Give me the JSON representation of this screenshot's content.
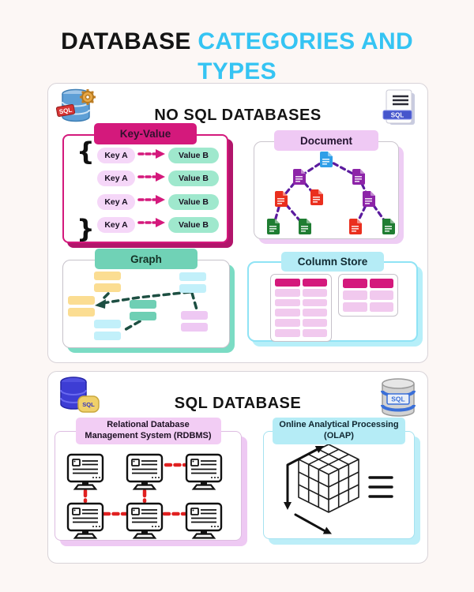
{
  "title": {
    "part_black": "DATABASE",
    "part_cyan": "CATEGORIES AND TYPES"
  },
  "colors": {
    "accent_cyan": "#35c4f3",
    "accent_magenta": "#d4197c",
    "mint": "#70d2b6",
    "lavender": "#efc9f4",
    "light_cyan": "#b5ecf6",
    "red_connector": "#e02020",
    "tree_edge_purple": "#5b1b9e"
  },
  "nosql_section": {
    "title": "NO SQL DATABASES",
    "key_value": {
      "label": "Key-Value",
      "brace_open": "{",
      "brace_close": "}",
      "rows": [
        {
          "key": "Key A",
          "value": "Value B"
        },
        {
          "key": "Key A",
          "value": "Value B"
        },
        {
          "key": "Key A",
          "value": "Value B"
        },
        {
          "key": "Key A",
          "value": "Value B"
        }
      ]
    },
    "document": {
      "label": "Document"
    },
    "graph": {
      "label": "Graph"
    },
    "column_store": {
      "label": "Column Store"
    }
  },
  "sql_section": {
    "title": "SQL DATABASE",
    "rdbms": {
      "label_line1": "Relational Database",
      "label_line2": "Management System (RDBMS)"
    },
    "olap": {
      "label_line1": "Online Analytical Processing",
      "label_line2": "(OLAP)"
    }
  },
  "icons": {
    "nosql_db_badge": "SQL",
    "nosql_file_badge": "SQL",
    "sql_db_badge": "SQL",
    "sql_cylinder_badge": "SQL"
  }
}
